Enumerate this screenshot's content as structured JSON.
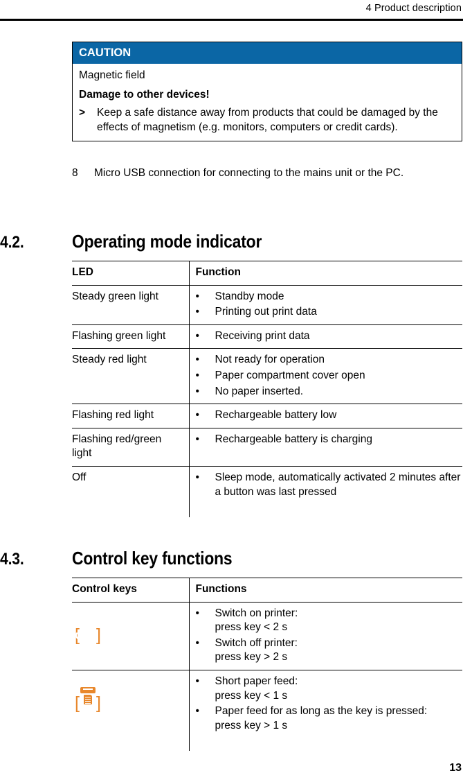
{
  "header": {
    "running_head": "4 Product description"
  },
  "caution": {
    "title": "CAUTION",
    "hazard": "Magnetic field",
    "consequence_bold": "Damage to other devices",
    "consequence_tail": "!",
    "action_marker": ">",
    "action_text": "Keep a safe distance away from products that could be damaged by the effects of magnetism (e.g. monitors, computers or credit cards)."
  },
  "numbered_item": {
    "number": "8",
    "text": "Micro USB connection for connecting to the mains unit or the PC."
  },
  "sections": [
    {
      "number": "4.2.",
      "title": "Operating mode indicator"
    },
    {
      "number": "4.3.",
      "title": "Control key functions"
    }
  ],
  "led_table": {
    "headers": [
      "LED",
      "Function"
    ],
    "rows": [
      {
        "led": "Steady green light",
        "functions": [
          "Standby mode",
          "Printing out print data"
        ]
      },
      {
        "led": "Flashing green light",
        "functions": [
          "Receiving print data"
        ]
      },
      {
        "led": "Steady red light",
        "functions": [
          "Not ready for operation",
          "Paper compartment cover open",
          "No paper inserted."
        ]
      },
      {
        "led": "Flashing red light",
        "functions": [
          "Rechargeable battery low"
        ]
      },
      {
        "led": "Flashing red/green light",
        "functions": [
          "Rechargeable battery is charging"
        ]
      },
      {
        "led": "Off",
        "functions": [
          "Sleep mode, automatically activated 2 minutes after a button was last pressed"
        ]
      }
    ]
  },
  "key_table": {
    "headers": [
      "Control keys",
      "Functions"
    ],
    "rows": [
      {
        "key_icon": "power-key-icon",
        "key_label_open": "[",
        "key_label_close": "]",
        "functions": [
          "Switch on printer:\npress key < 2 s",
          "Switch off printer:\npress key > 2 s"
        ]
      },
      {
        "key_icon": "paper-feed-key-icon",
        "key_label_open": "[",
        "key_label_close": "]",
        "functions": [
          "Short paper feed:\npress key < 1 s",
          "Paper feed for as long as the key is pressed:\npress key > 1 s"
        ]
      }
    ]
  },
  "footer": {
    "page_number": "13"
  },
  "colors": {
    "caution_banner": "#0B66A5",
    "key_icon": "#E8872B",
    "rule": "#000000"
  },
  "bullet_glyph": "•"
}
